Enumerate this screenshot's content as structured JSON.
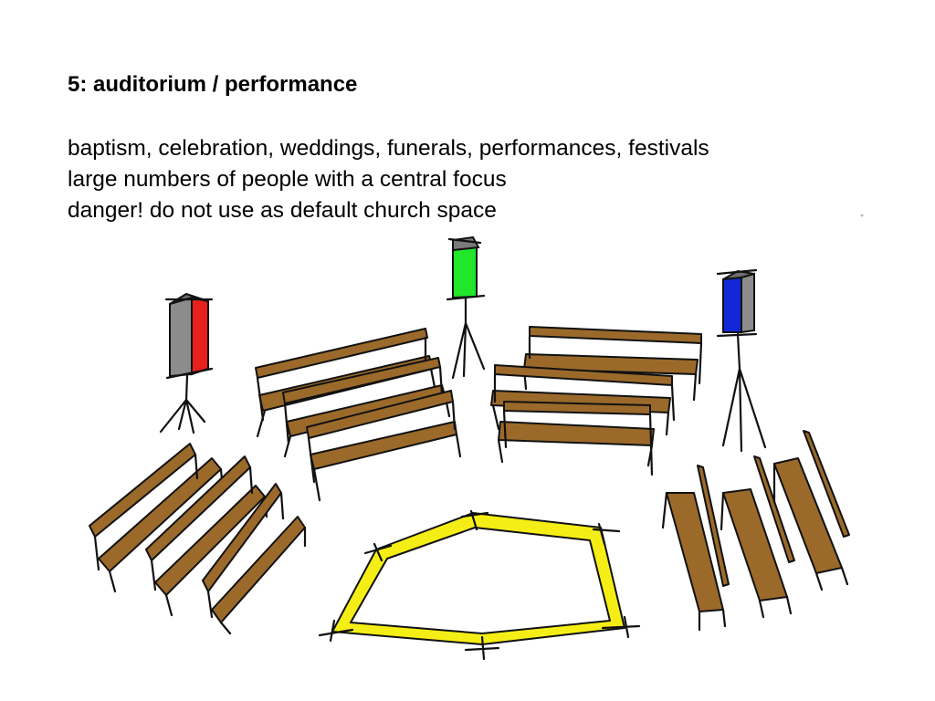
{
  "slide": {
    "title": "5: auditorium / performance",
    "lines": [
      "baptism, celebration, weddings, funerals, performances, festivals",
      "large numbers of people with a central focus",
      "danger! do not use as default church space"
    ]
  },
  "colors": {
    "bench_wood": "#9b6a2a",
    "stage_ring": "#f5ee16",
    "banner_red": "#e8201e",
    "banner_green": "#22e62a",
    "banner_blue": "#1228d8",
    "banner_grey": "#8c8c8c"
  }
}
